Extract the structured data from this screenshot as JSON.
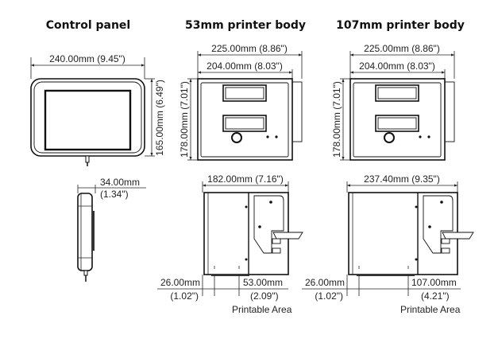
{
  "titles": {
    "control_panel": "Control panel",
    "printer_53": "53mm printer body",
    "printer_107": "107mm printer body"
  },
  "control_panel": {
    "width": "240.00mm (9.45\")",
    "height": "165.00mm (6.49\")",
    "depth_mm": "34.00mm",
    "depth_in": "(1.34\")"
  },
  "printer_53": {
    "overall_width": "225.00mm (8.86\")",
    "body_width": "204.00mm (8.03\")",
    "height": "178.00mm (7.01\")",
    "side_depth": "182.00mm (7.16\")",
    "offset_mm": "26.00mm",
    "offset_in": "(1.02\")",
    "print_mm": "53.00mm",
    "print_in": "(2.09\")",
    "printable_label": "Printable Area"
  },
  "printer_107": {
    "overall_width": "225.00mm (8.86\")",
    "body_width": "204.00mm (8.03\")",
    "height": "178.00mm (7.01\")",
    "side_depth": "237.40mm (9.35\")",
    "offset_mm": "26.00mm",
    "offset_in": "(1.02\")",
    "print_mm": "107.00mm",
    "print_in": "(4.21\")",
    "printable_label": "Printable Area"
  }
}
